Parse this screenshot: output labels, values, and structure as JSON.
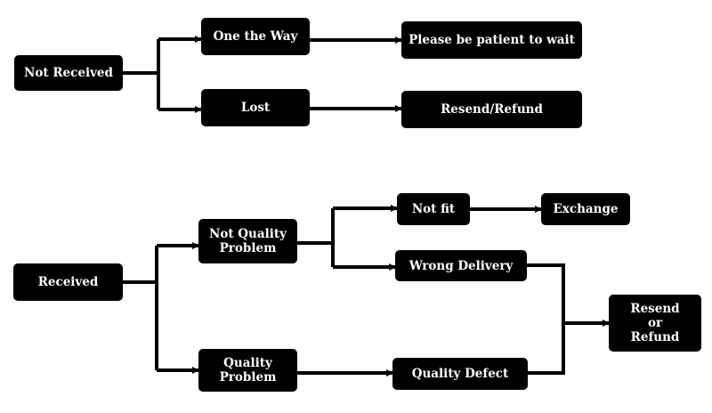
{
  "nodes": {
    "not_received": "Not Received",
    "on_the_way": "One the Way",
    "patient_wait": "Please be patient to wait",
    "lost": "Lost",
    "resend_refund": "Resend/Refund",
    "received": "Received",
    "not_quality_problem": "Not Quality Problem",
    "not_fit": "Not fit",
    "exchange": "Exchange",
    "wrong_delivery": "Wrong Delivery",
    "quality_problem": "Quality Problem",
    "quality_defect": "Quality Defect",
    "resend_or_refund": "Resend or Refund"
  },
  "colors": {
    "box_fill": "#000000",
    "box_text": "#ffffff",
    "line": "#000000",
    "background": "#ffffff"
  }
}
